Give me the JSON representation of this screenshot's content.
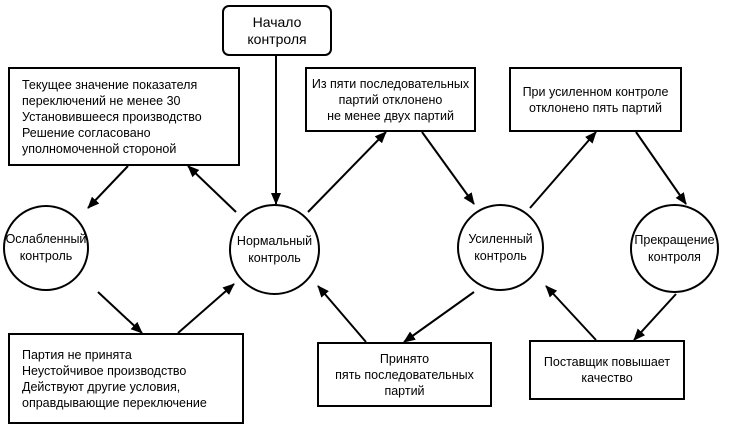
{
  "start": {
    "lines": [
      "Начало",
      "контроля"
    ]
  },
  "states": {
    "reduced": {
      "lines": [
        "Ослабленный",
        "контроль"
      ]
    },
    "normal": {
      "lines": [
        "Нормальный",
        "контроль"
      ]
    },
    "tightened": {
      "lines": [
        "Усиленный",
        "контроль"
      ]
    },
    "stopped": {
      "lines": [
        "Прекращение",
        "контроля"
      ]
    }
  },
  "conditions": {
    "normal_to_reduced": {
      "lines": [
        "Текущее значение показателя",
        "переключений не менее 30",
        "Установившееся производство",
        "Решение согласовано",
        "уполномоченной стороной"
      ]
    },
    "normal_to_tightened": {
      "lines": [
        "Из пяти последовательных",
        "партий отклонено",
        "не менее двух партий"
      ]
    },
    "tightened_to_stopped": {
      "lines": [
        "При усиленном контроле",
        "отклонено пять партий"
      ]
    },
    "reduced_to_normal": {
      "lines": [
        "Партия не принята",
        "Неустойчивое производство",
        "Действуют другие условия,",
        "оправдывающие переключение"
      ]
    },
    "tightened_to_normal": {
      "lines": [
        "Принято",
        "пять последовательных",
        "партий"
      ]
    },
    "stopped_to_tightened": {
      "lines": [
        "Поставщик повышает",
        "качество"
      ]
    }
  }
}
